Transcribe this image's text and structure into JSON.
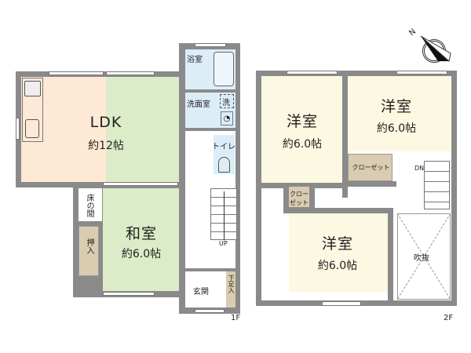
{
  "floor1": {
    "label": "1F",
    "rooms": {
      "ldk": {
        "name": "LDK",
        "size": "約12帖"
      },
      "washitsu": {
        "name": "和室",
        "size": "約6.0帖"
      },
      "tokonoma": {
        "name": "床の間"
      },
      "oshiire": {
        "name": "押入"
      },
      "bath": {
        "name": "浴室"
      },
      "washroom": {
        "name": "洗面室",
        "washer": "洗"
      },
      "toilet": {
        "name": "トイレ"
      },
      "entrance": {
        "name": "玄関"
      },
      "shoe": {
        "name": "下足入"
      }
    },
    "stairs_label": "UP"
  },
  "floor2": {
    "label": "2F",
    "rooms": {
      "western1": {
        "name": "洋室",
        "size": "約6.0帖"
      },
      "western2": {
        "name": "洋室",
        "size": "約6.0帖"
      },
      "western3": {
        "name": "洋室",
        "size": "約6.0帖"
      },
      "closet1": {
        "name": "クローゼット"
      },
      "closet2": {
        "name": "クロー ゼット"
      },
      "void": {
        "name": "吹抜"
      }
    },
    "stairs_label": "DN"
  },
  "compass": {
    "label": "N"
  },
  "colors": {
    "wall": "#8a8a8a",
    "kitchen": "#fde9d6",
    "tatami": "#dcebc8",
    "western": "#fdf8e1",
    "wet": "#dcedf8",
    "storage": "#d9ccb0"
  }
}
